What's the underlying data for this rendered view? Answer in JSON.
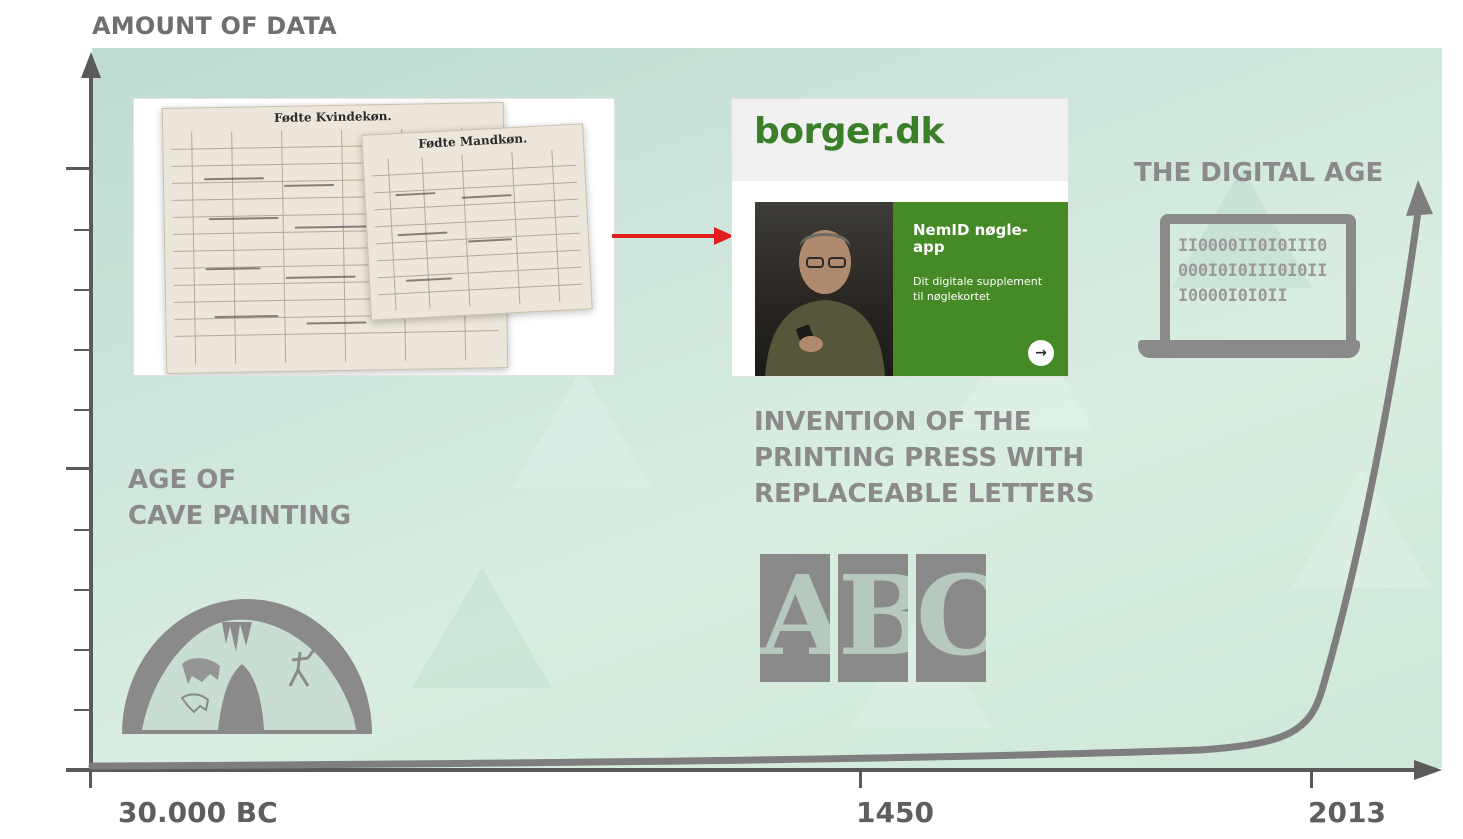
{
  "y_axis_title": "AMOUNT OF DATA",
  "x_axis_labels": [
    "30.000 BC",
    "1450",
    "2013"
  ],
  "eras": {
    "cave": {
      "lines": [
        "AGE OF",
        "CAVE PAINTING"
      ]
    },
    "printing": {
      "lines": [
        "INVENTION OF THE",
        "PRINTING PRESS WITH",
        "REPLACEABLE LETTERS"
      ]
    },
    "digital": {
      "title": "THE DIGITAL AGE"
    }
  },
  "documents": {
    "header_left": "Fødte Kvindekøn.",
    "header_right": "Fødte Mandkøn."
  },
  "borger": {
    "logo": "borger.dk",
    "promo_title": "NemID nøgle-app",
    "promo_subtitle": "Dit digitale supplement til nøglekortet",
    "arrow_symbol": "→"
  },
  "binary_lines": [
    "II0000II0I0III0",
    "000I0I0III0I0II",
    "I0000I0I0II"
  ],
  "abc_letters": [
    "A",
    "B",
    "C"
  ],
  "colors": {
    "axis": "#5a5a5a",
    "text_gray": "#8a8a8a",
    "green": "#468a28",
    "red": "#e31e1e"
  }
}
